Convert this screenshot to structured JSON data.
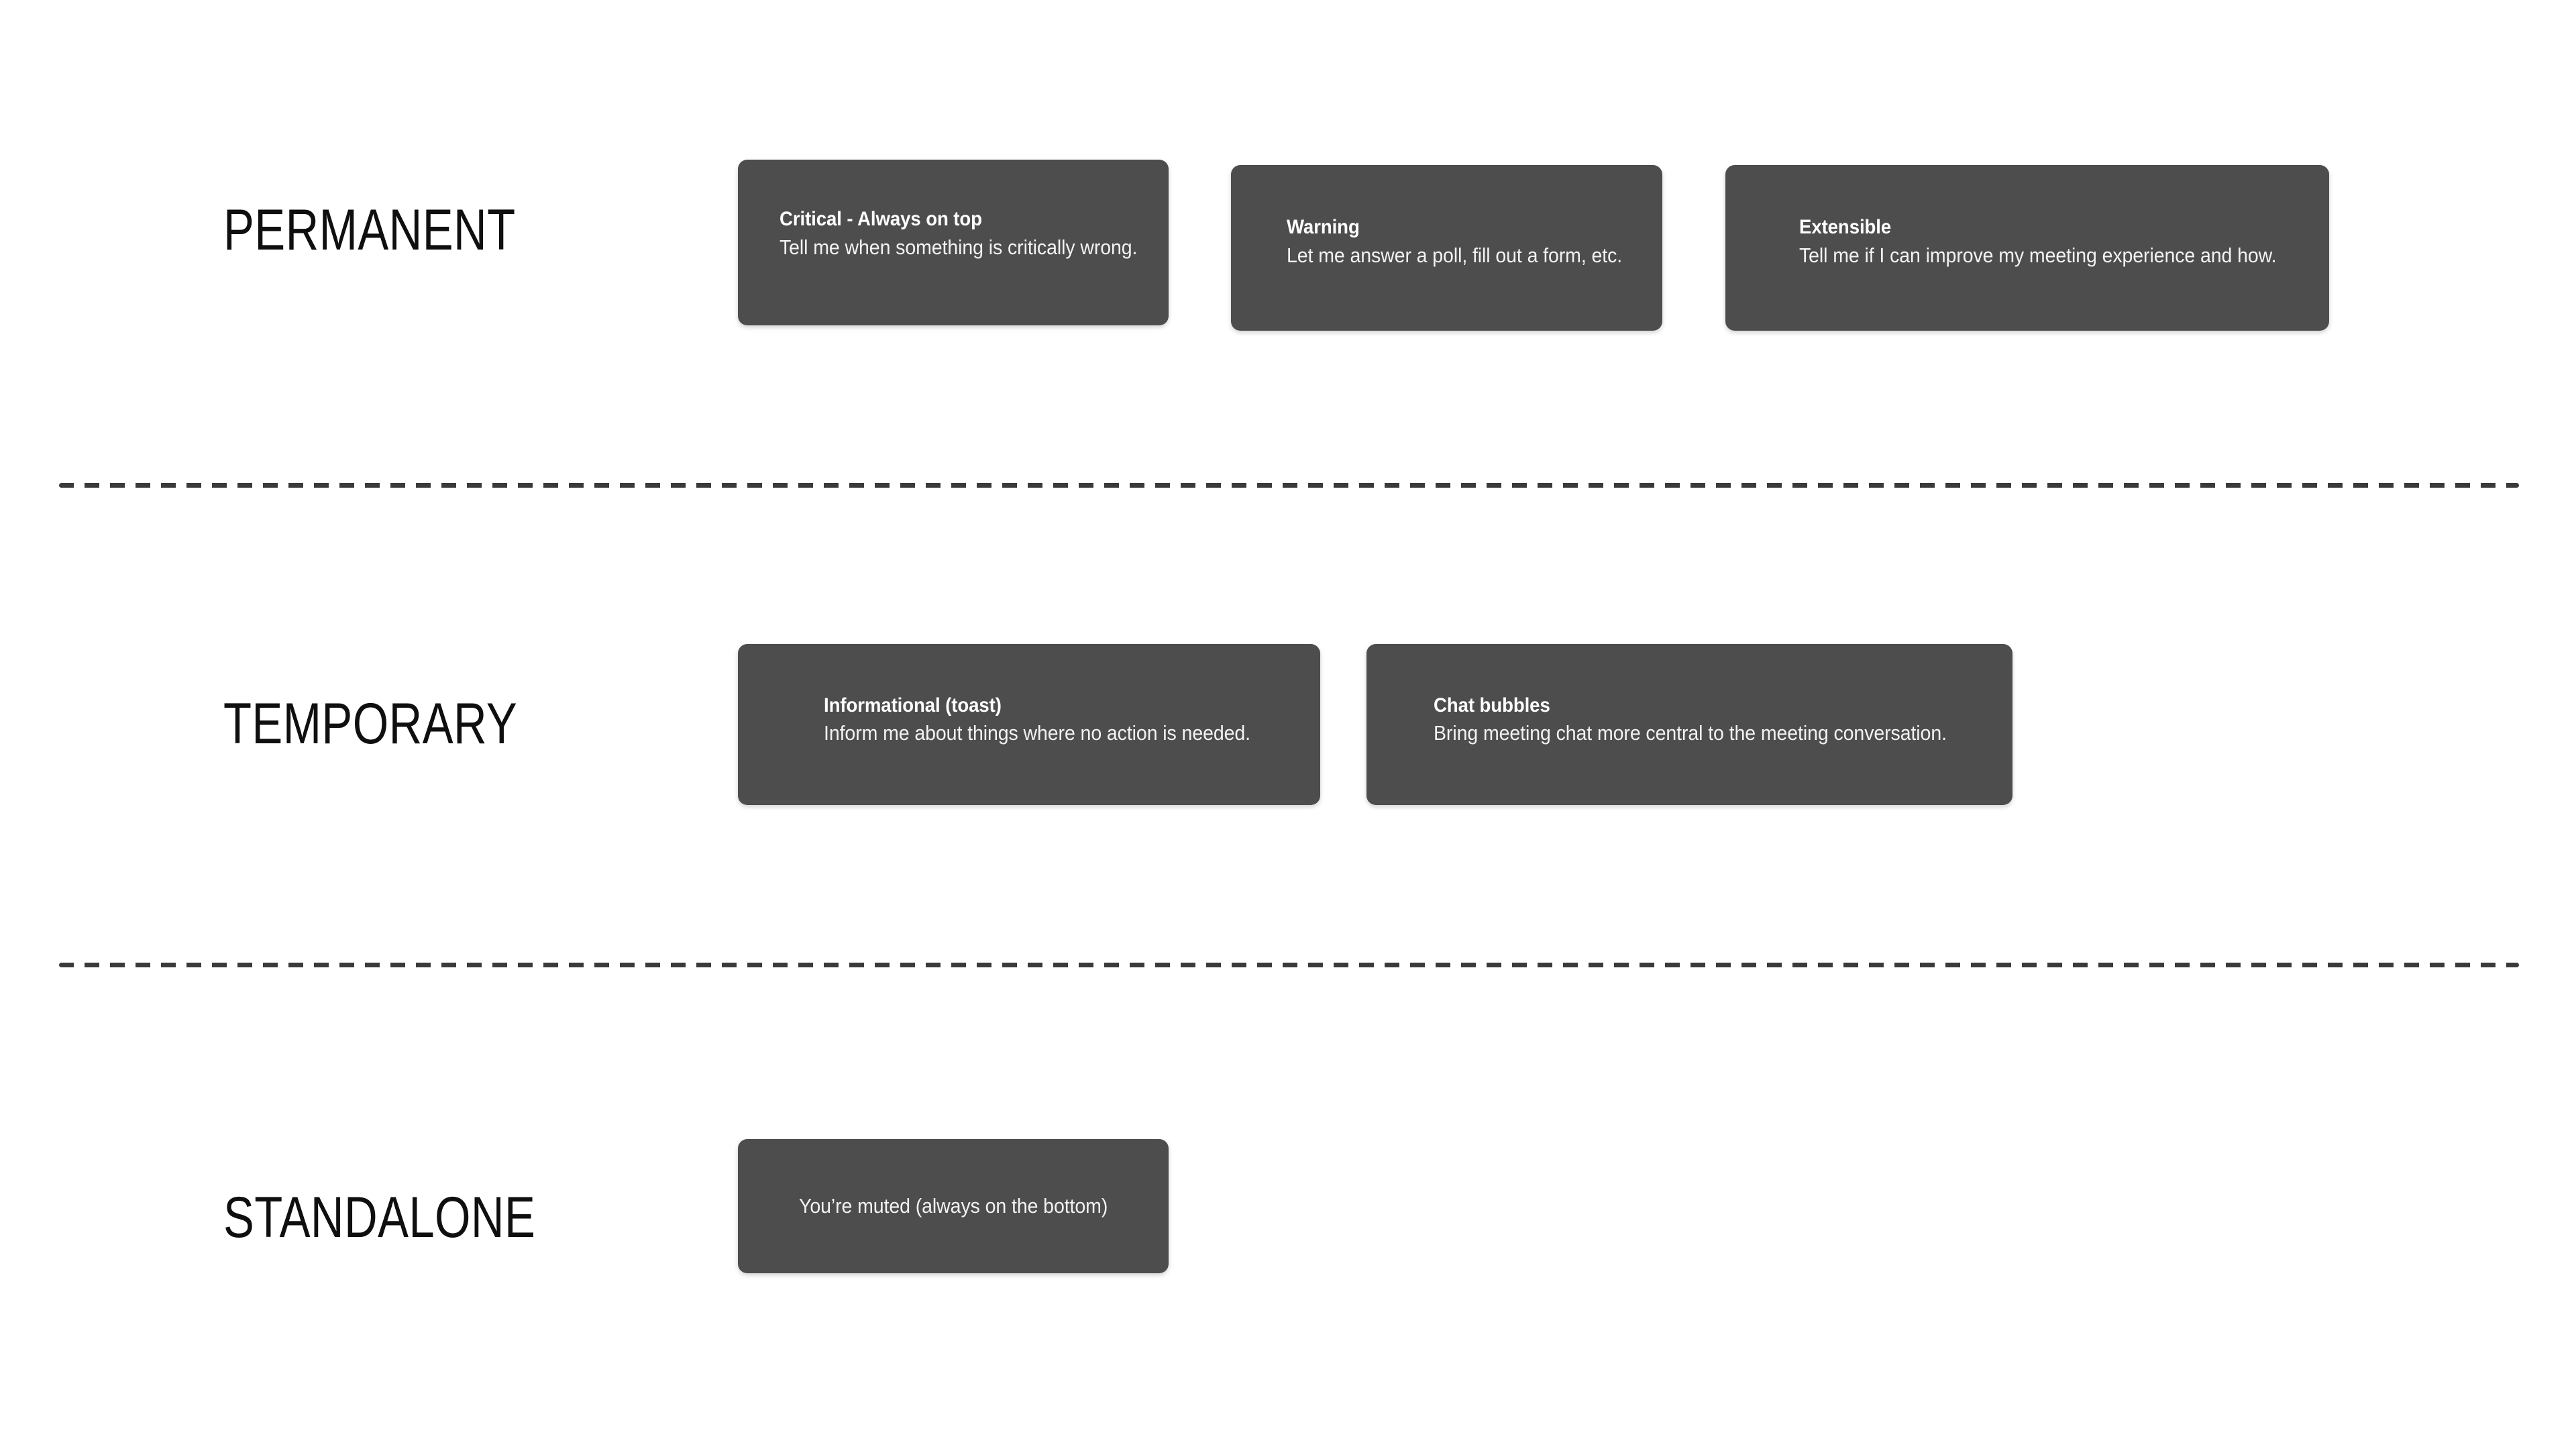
{
  "sections": [
    {
      "label": "PERMANENT",
      "cards": [
        {
          "title": "Critical - Always on top",
          "desc": "Tell me when something is critically wrong."
        },
        {
          "title": "Warning",
          "desc": "Let me answer a poll, fill out a form, etc."
        },
        {
          "title": "Extensible",
          "desc": "Tell me if I can improve my meeting experience and how."
        }
      ]
    },
    {
      "label": "TEMPORARY",
      "cards": [
        {
          "title": "Informational (toast)",
          "desc": "Inform me about things where no action is needed."
        },
        {
          "title": "Chat bubbles",
          "desc": "Bring meeting chat more central to the meeting conversation."
        }
      ]
    },
    {
      "label": "STANDALONE",
      "cards": [
        {
          "title": "",
          "desc": "You’re muted (always on the bottom)"
        }
      ]
    }
  ],
  "colors": {
    "background": "#ffffff",
    "card_fill": "#4d4d4d",
    "card_title_text": "#ffffff",
    "card_body_text": "#f2f2f2",
    "section_label_text": "#0f0f0f",
    "divider": "#3a3a3a"
  }
}
